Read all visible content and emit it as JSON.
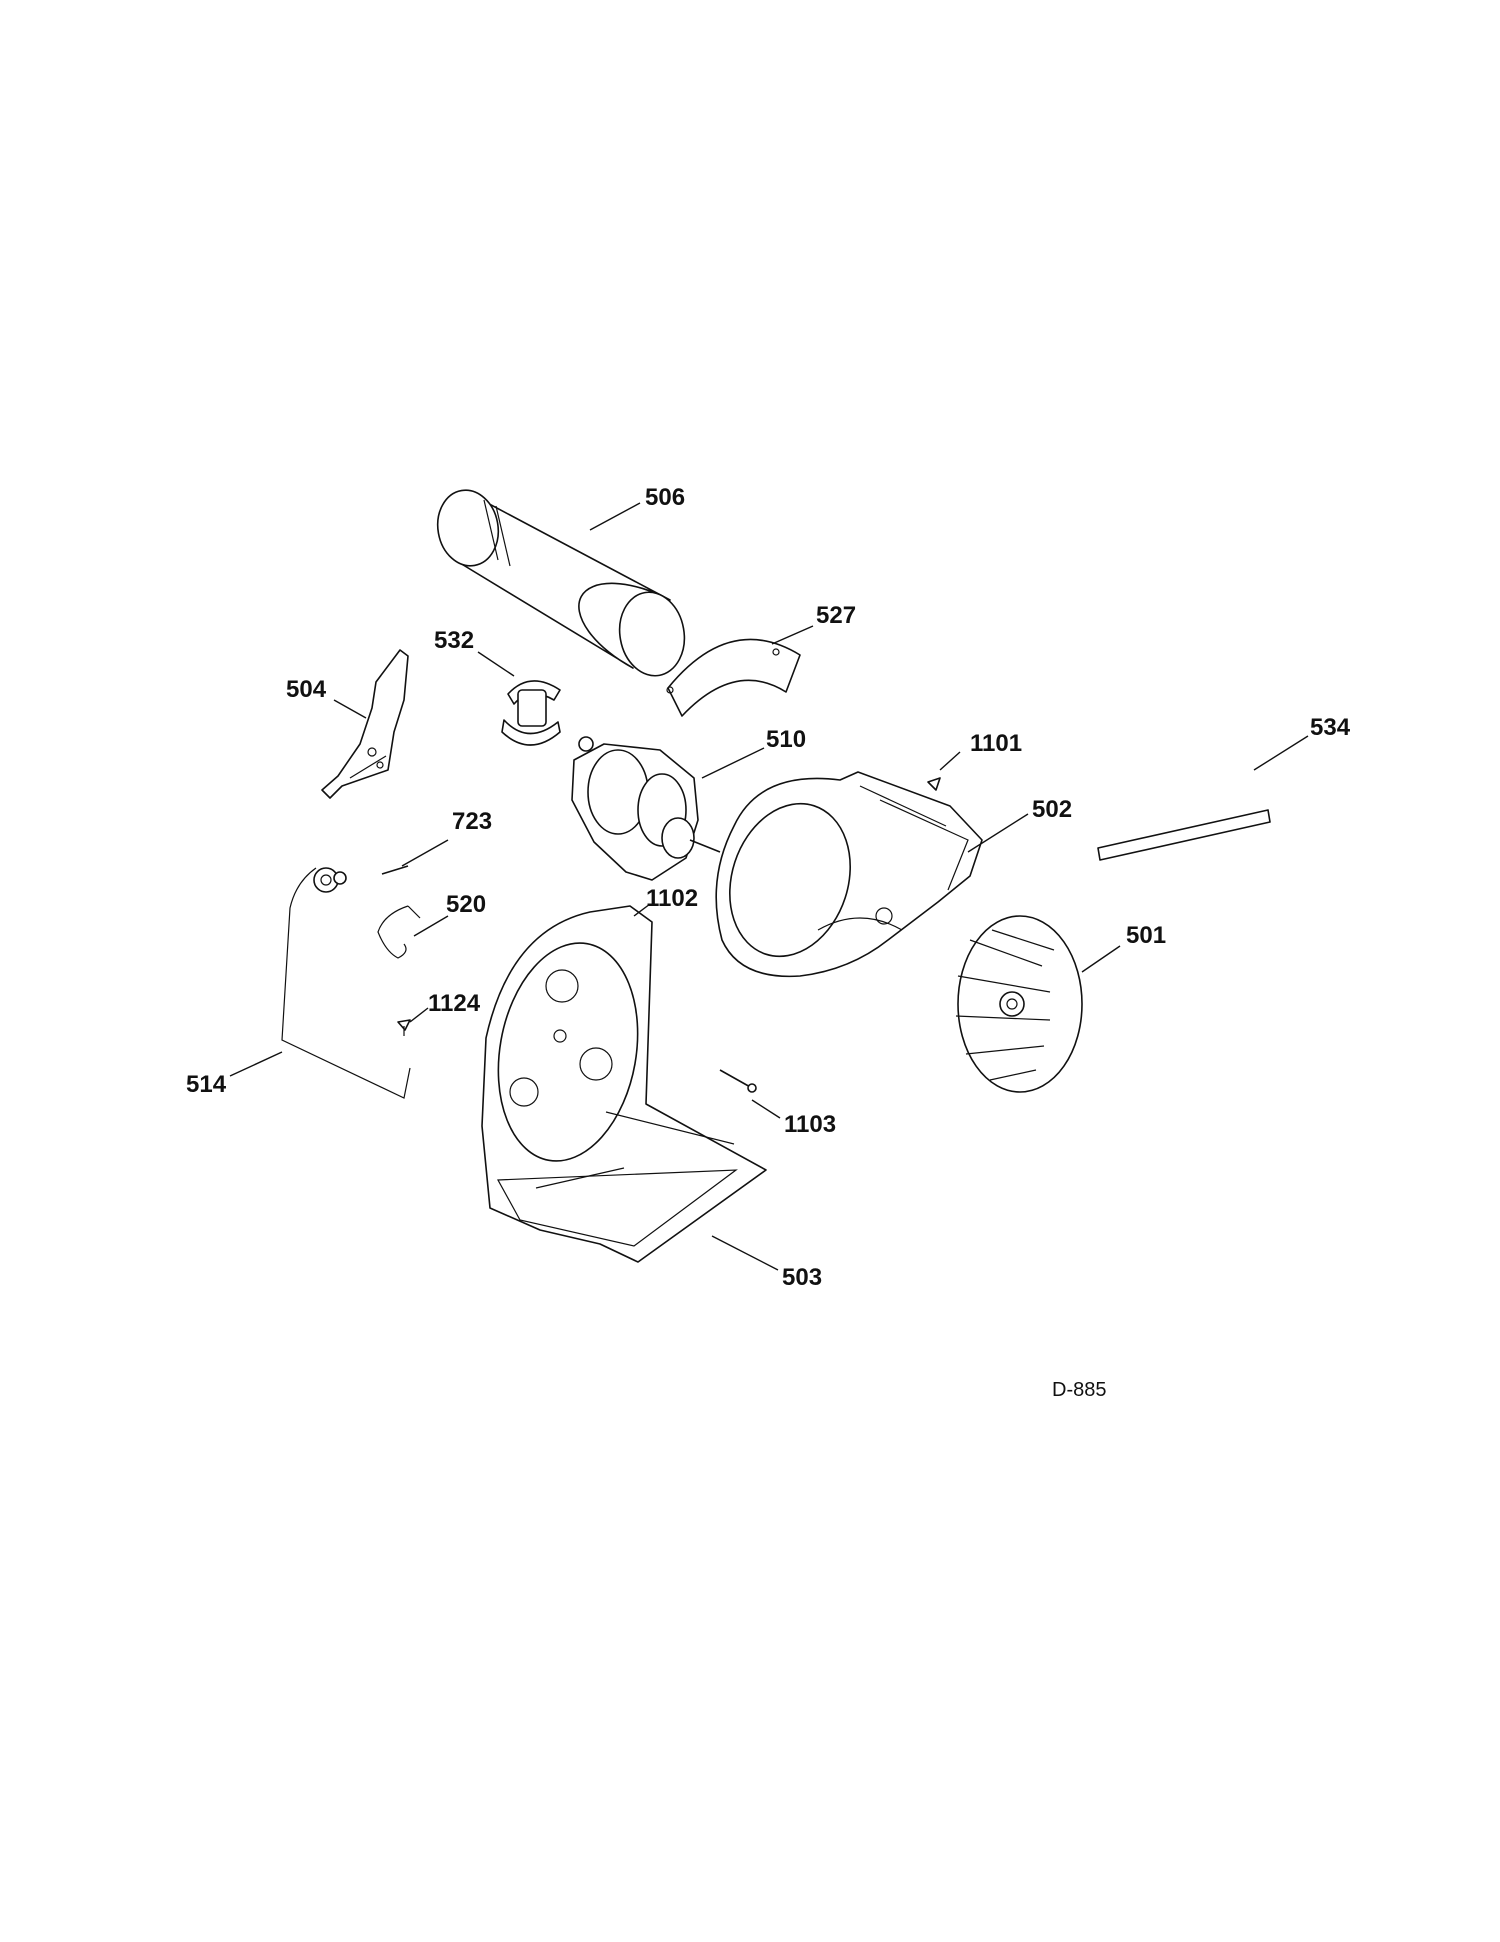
{
  "diagram": {
    "id": "D-885",
    "callouts": [
      {
        "key": "506",
        "label": "506"
      },
      {
        "key": "527",
        "label": "527"
      },
      {
        "key": "532",
        "label": "532"
      },
      {
        "key": "504",
        "label": "504"
      },
      {
        "key": "510",
        "label": "510"
      },
      {
        "key": "1101",
        "label": "1101"
      },
      {
        "key": "534",
        "label": "534"
      },
      {
        "key": "502",
        "label": "502"
      },
      {
        "key": "723",
        "label": "723"
      },
      {
        "key": "520",
        "label": "520"
      },
      {
        "key": "1102",
        "label": "1102"
      },
      {
        "key": "501",
        "label": "501"
      },
      {
        "key": "1124",
        "label": "1124"
      },
      {
        "key": "514",
        "label": "514"
      },
      {
        "key": "1103",
        "label": "1103"
      },
      {
        "key": "503",
        "label": "503"
      }
    ]
  }
}
